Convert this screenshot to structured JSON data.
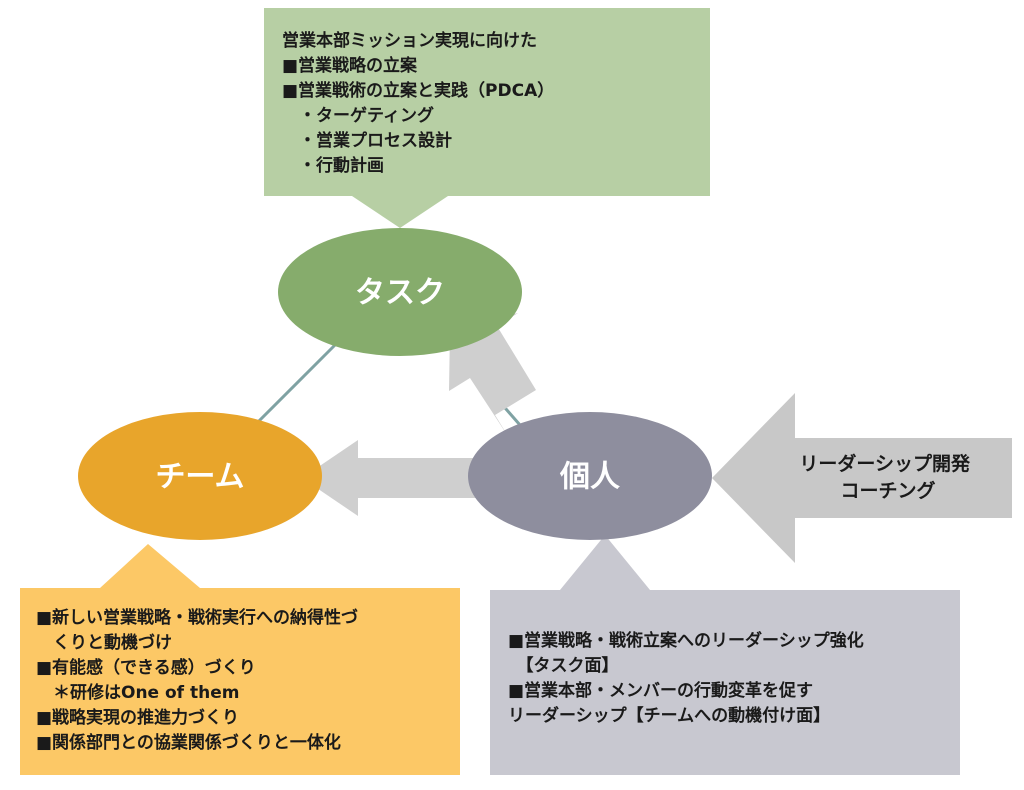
{
  "nodes": {
    "task": {
      "label": "タスク",
      "color": "#86AC6C"
    },
    "team": {
      "label": "チーム",
      "color": "#E8A52B"
    },
    "individual": {
      "label": "個人",
      "color": "#8E8E9E"
    }
  },
  "callouts": {
    "task": {
      "color": "#B7CFA4",
      "lines": [
        "営業本部ミッション実現に向けた",
        "■営業戦略の立案",
        "■営業戦術の立案と実践（PDCA）",
        "　・ターゲティング",
        "　・営業プロセス設計",
        "　・行動計画"
      ]
    },
    "team": {
      "color": "#FCC866",
      "lines": [
        "■新しい営業戦略・戦術実行への納得性づ",
        "　くりと動機づけ",
        "■有能感（できる感）づくり",
        "　＊研修はOne of them",
        "■戦略実現の推進力づくり",
        "■関係部門との協業関係づくりと一体化"
      ]
    },
    "individual": {
      "color": "#C8C8D0",
      "lines": [
        "■営業戦略・戦術立案へのリーダーシップ強化",
        "　【タスク面】",
        "■営業本部・メンバーの行動変革を促す",
        "リーダーシップ【チームへの動機付け面】"
      ]
    }
  },
  "input_arrow": {
    "color": "#C8C8C8",
    "lines": [
      "リーダーシップ開発",
      "コーチング"
    ]
  },
  "colors": {
    "connector": "#7FA2A3",
    "inner_arrow": "#CFCFCF"
  }
}
